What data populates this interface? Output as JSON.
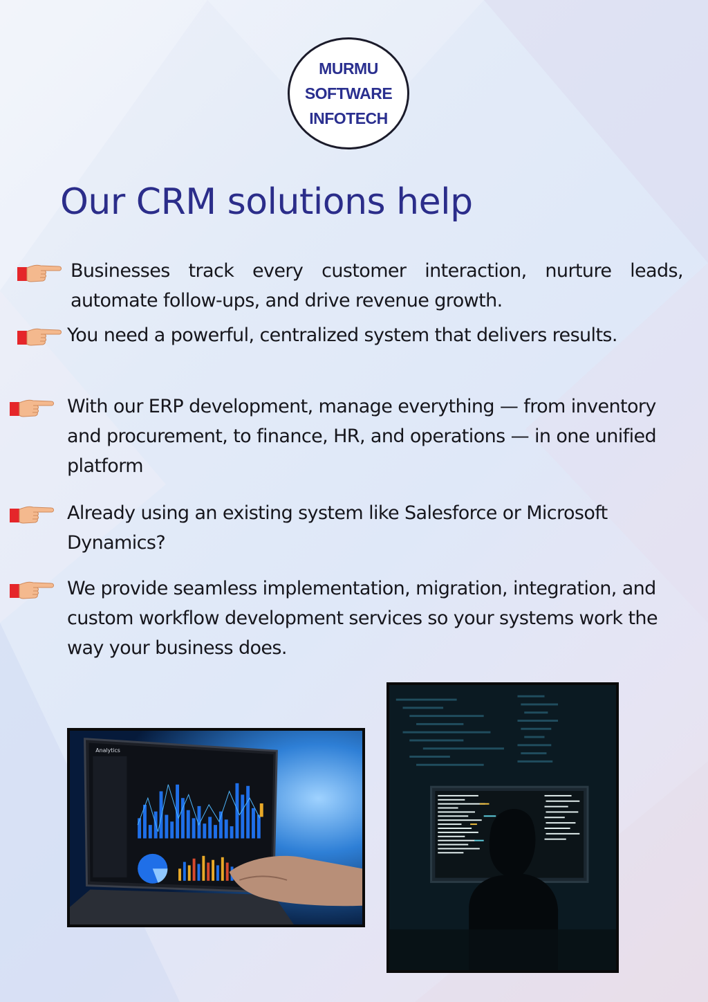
{
  "logo": {
    "line1": "MURMU",
    "line2": "SOFTWARE",
    "line3": "INFOTECH"
  },
  "heading": "Our CRM solutions help",
  "bullets": [
    {
      "icon": "pointing-hand-icon",
      "text": "Businesses track every customer interaction, nurture leads, automate follow-ups, and drive revenue growth."
    },
    {
      "icon": "pointing-hand-icon",
      "text": "You need a powerful, centralized system that delivers results."
    },
    {
      "icon": "pointing-hand-icon",
      "text": "With our ERP development, manage everything — from inventory and procurement, to finance, HR, and operations — in one unified platform"
    },
    {
      "icon": "pointing-hand-icon",
      "text": "Already using an existing system like Salesforce or Microsoft Dynamics?"
    },
    {
      "icon": "pointing-hand-icon",
      "text": "We provide seamless implementation, migration, integration, and custom workflow development services so your systems work the way your business does."
    }
  ],
  "photos": {
    "laptop": {
      "screen_title": "Analytics"
    }
  },
  "colors": {
    "heading": "#2b2d8a",
    "logo_text": "#2a2f8f",
    "body_text": "#16161c"
  }
}
